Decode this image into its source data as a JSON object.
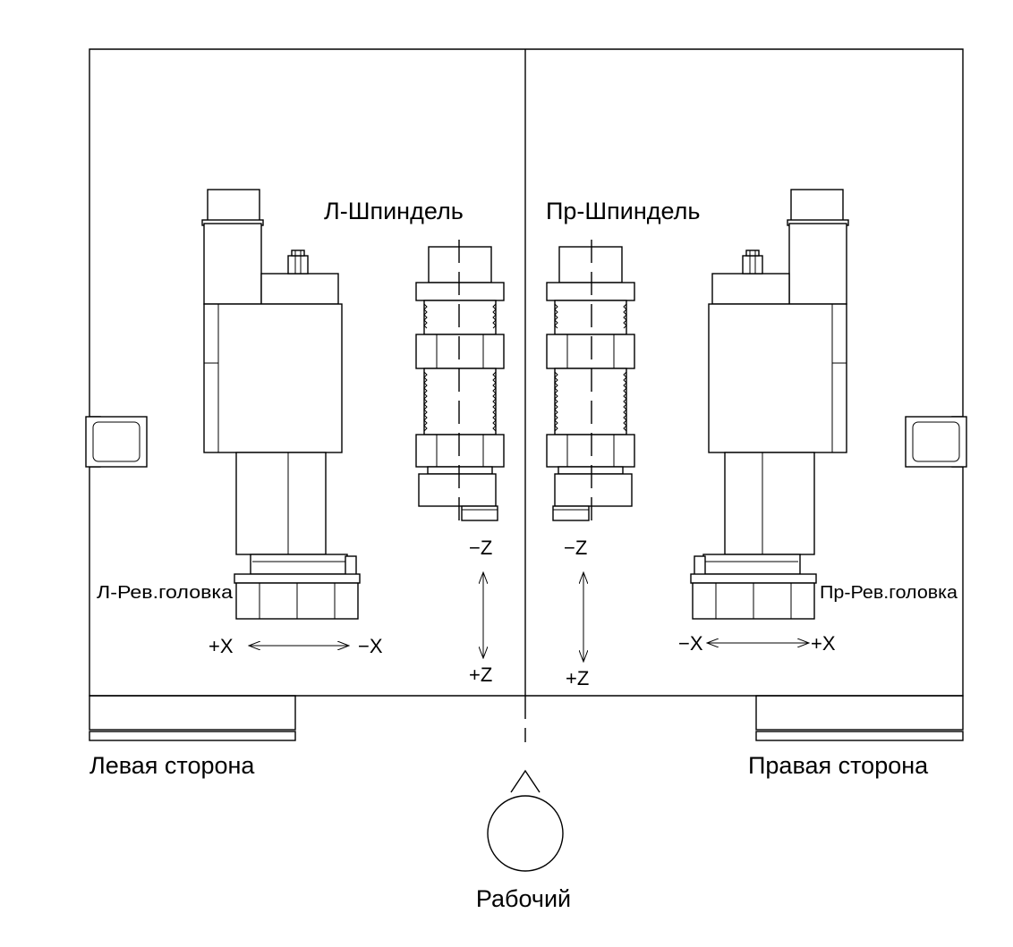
{
  "labels": {
    "left_spindle": "Л-Шпиндель",
    "right_spindle": "Пр-Шпиндель",
    "left_turret": "Л-Рев.головка",
    "right_turret": "Пр-Рев.головка",
    "left_side": "Левая сторона",
    "right_side": "Правая сторона",
    "operator": "Рабочий"
  },
  "axes": {
    "left_plus_x": "+X",
    "left_minus_x": "−X",
    "right_minus_x": "−X",
    "right_plus_x": "+X",
    "left_minus_z": "−Z",
    "left_plus_z": "+Z",
    "right_minus_z": "−Z",
    "right_plus_z": "+Z"
  }
}
